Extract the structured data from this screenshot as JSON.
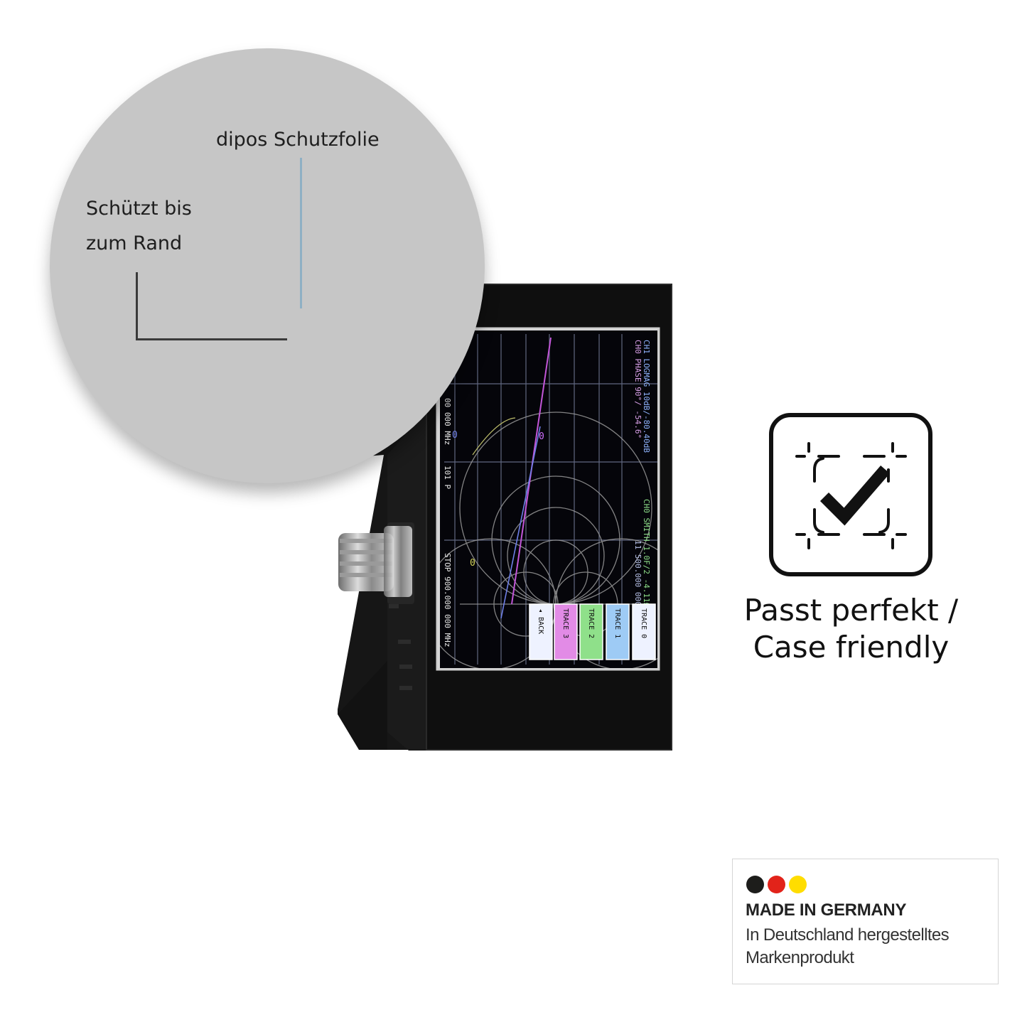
{
  "zoom": {
    "title": "dipos Schutzfolie",
    "subtitle_line1": "Schützt bis",
    "subtitle_line2": "zum Rand"
  },
  "device": {
    "header_line1": "CH1 LOGMAG 10dB/-80.40dB",
    "header_line2": "CH0 PHASE 90°/ -54.6°",
    "smith_label": "CH0 SMITH 1.0F/2 -4.11Ω",
    "freq_label": "11 500.000 000 MHz",
    "start_label": "00 000 MHz",
    "points_label": "101 P",
    "stop_label": "STOP 900.000 000 MHz",
    "menu": [
      {
        "label": "TRACE 0",
        "color": "#eef2ff"
      },
      {
        "label": "TRACE 1",
        "color": "#9ecbf5"
      },
      {
        "label": "TRACE 2",
        "color": "#8fe08a"
      },
      {
        "label": "TRACE 3",
        "color": "#e28be6"
      },
      {
        "label": "◂ BACK",
        "color": "#eef2ff"
      }
    ]
  },
  "feature": {
    "icon": "checkmark-frame-icon",
    "caption_line1": "Passt perfekt /",
    "caption_line2": "Case friendly"
  },
  "badge": {
    "dot_colors": [
      "#1d1d1b",
      "#e2231a",
      "#ffdd00"
    ],
    "title": "MADE IN GERMANY",
    "line1": "In Deutschland hergestelltes",
    "line2": "Markenprodukt"
  }
}
